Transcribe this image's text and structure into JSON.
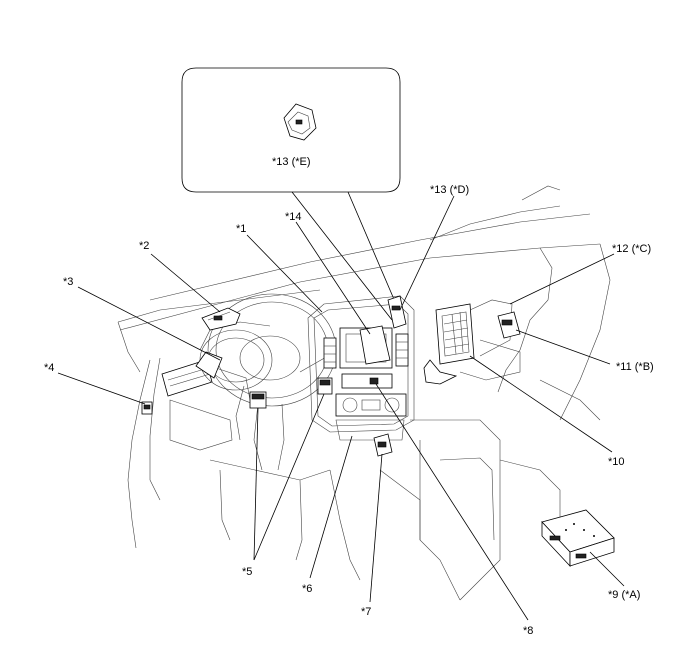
{
  "callouts": {
    "c1": "*1",
    "c2": "*2",
    "c3": "*3",
    "c4": "*4",
    "c5": "*5",
    "c6": "*6",
    "c7": "*7",
    "c8": "*8",
    "c9": "*9 (*A)",
    "c10": "*10",
    "c11": "*11 (*B)",
    "c12": "*12 (*C)",
    "c13d": "*13 (*D)",
    "c13e": "*13 (*E)",
    "c14": "*14"
  }
}
